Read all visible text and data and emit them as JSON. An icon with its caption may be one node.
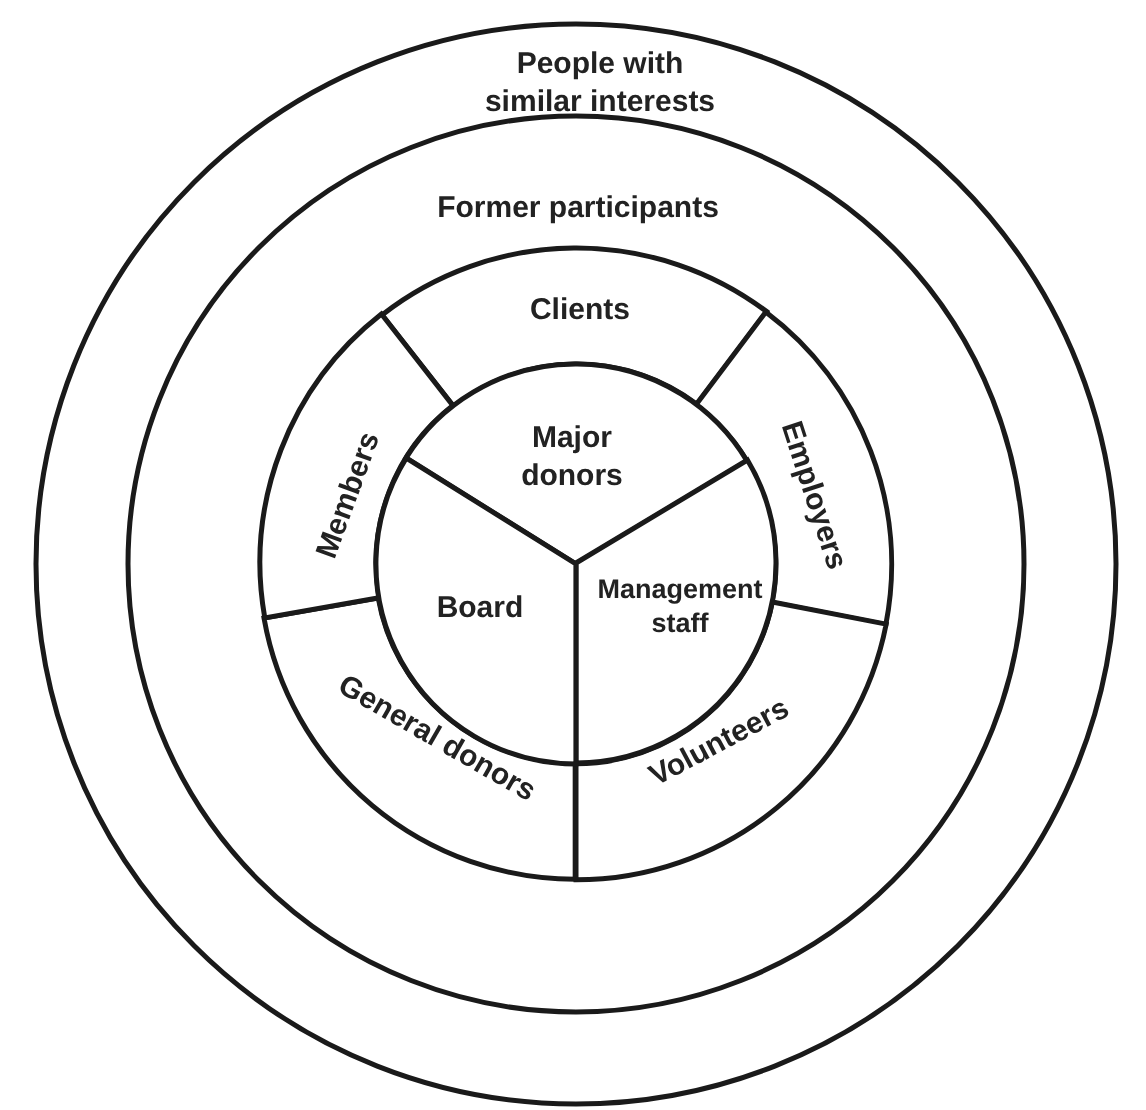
{
  "diagram": {
    "nodes": [
      {
        "text": [
          "People with similar interests"
        ]
      },
      {
        "text": [
          "Former participants"
        ],
        "in": 0
      },
      {
        "text": [
          "Clients"
        ],
        "in": 1
      },
      {
        "text": [
          "Employers"
        ],
        "in": 1
      },
      {
        "text": [
          "Volunteers"
        ],
        "in": 1
      },
      {
        "text": [
          "General donors"
        ],
        "in": 1
      },
      {
        "text": [
          "Members"
        ],
        "in": 1
      },
      {
        "text": [
          "Major donors"
        ],
        "in": 1
      },
      {
        "text": [
          "Management staff"
        ],
        "in": 1
      },
      {
        "text": [
          "Board"
        ],
        "in": 1
      }
    ]
  }
}
